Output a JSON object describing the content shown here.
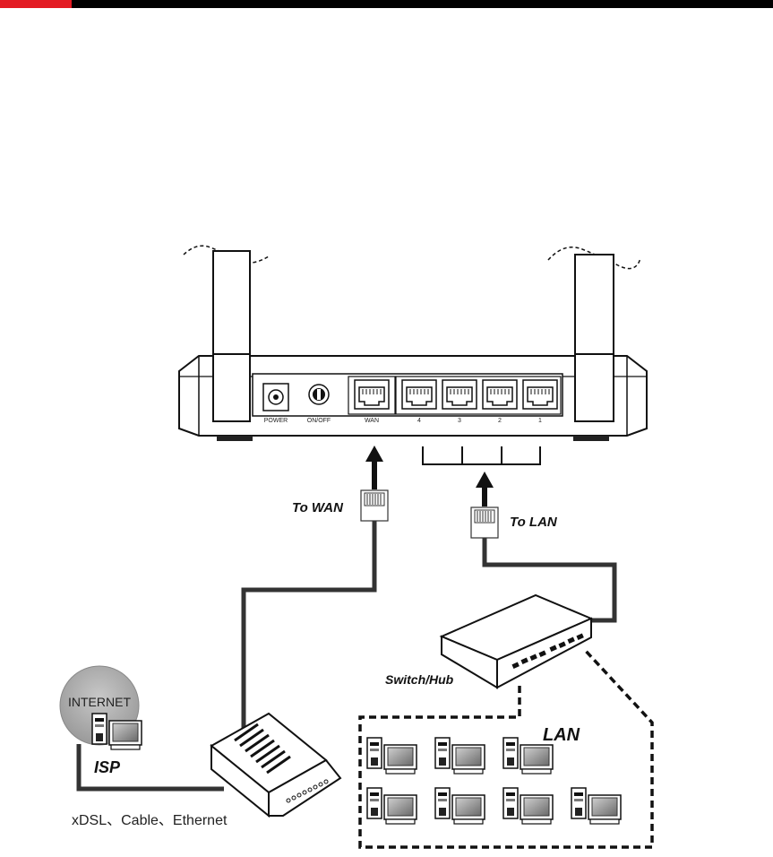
{
  "header": {
    "bar_color": "#000000",
    "accent_color": "#e31b23"
  },
  "router": {
    "ports": {
      "power": "POWER",
      "onoff": "ON/OFF",
      "wan": "WAN",
      "lan4": "4",
      "lan3": "3",
      "lan2": "2",
      "lan1": "1"
    }
  },
  "labels": {
    "to_wan": "To WAN",
    "to_lan": "To LAN",
    "switch_hub": "Switch/Hub",
    "lan": "LAN",
    "internet": "INTERNET",
    "isp": "ISP",
    "modem_types": "xDSL、Cable、Ethernet"
  },
  "icons": [
    "router-icon",
    "antenna-icon",
    "rj45-plug-icon",
    "arrow-up-icon",
    "switch-icon",
    "modem-icon",
    "globe-icon",
    "computer-icon"
  ]
}
